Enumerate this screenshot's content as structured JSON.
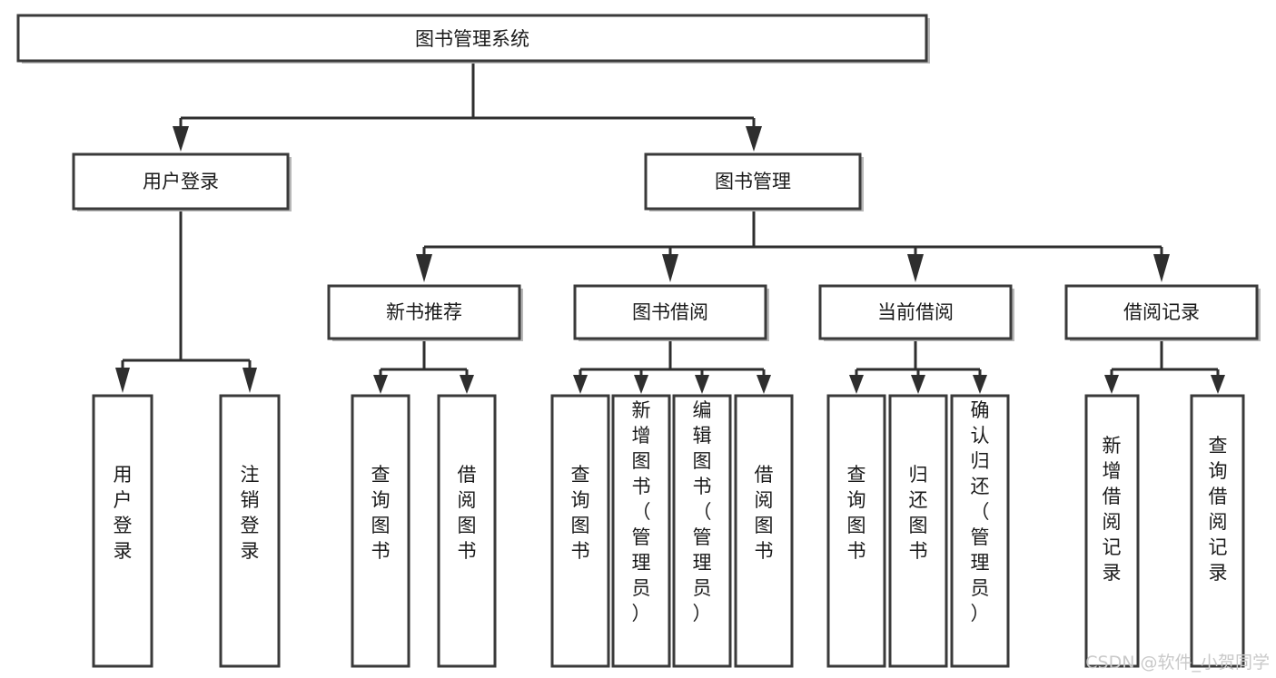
{
  "diagram": {
    "title": "图书管理系统",
    "type": "tree-hierarchy-chart",
    "root": {
      "label": "图书管理系统"
    },
    "level2": [
      {
        "label": "用户登录"
      },
      {
        "label": "图书管理"
      }
    ],
    "level3": [
      {
        "label": "新书推荐"
      },
      {
        "label": "图书借阅"
      },
      {
        "label": "当前借阅"
      },
      {
        "label": "借阅记录"
      }
    ],
    "leaves": {
      "user_login": [
        {
          "label": "用户登录"
        },
        {
          "label": "注销登录"
        }
      ],
      "new_book_recommend": [
        {
          "label": "查询图书"
        },
        {
          "label": "借阅图书"
        }
      ],
      "book_borrow": [
        {
          "label": "查询图书"
        },
        {
          "label": "新增图书（管理员）"
        },
        {
          "label": "编辑图书（管理员）"
        },
        {
          "label": "借阅图书"
        }
      ],
      "current_borrow": [
        {
          "label": "查询图书"
        },
        {
          "label": "归还图书"
        },
        {
          "label": "确认归还（管理员）"
        }
      ],
      "borrow_record": [
        {
          "label": "新增借阅记录"
        },
        {
          "label": "查询借阅记录"
        }
      ]
    }
  },
  "watermark": {
    "text": "CSDN @软件_小贺同学"
  },
  "colors": {
    "box_border": "#3a3a3a",
    "box_fill": "#ffffff",
    "connector": "#2e2e2e",
    "text": "#1a1a1a",
    "watermark": "#c9c9c9",
    "background": "#ffffff"
  }
}
